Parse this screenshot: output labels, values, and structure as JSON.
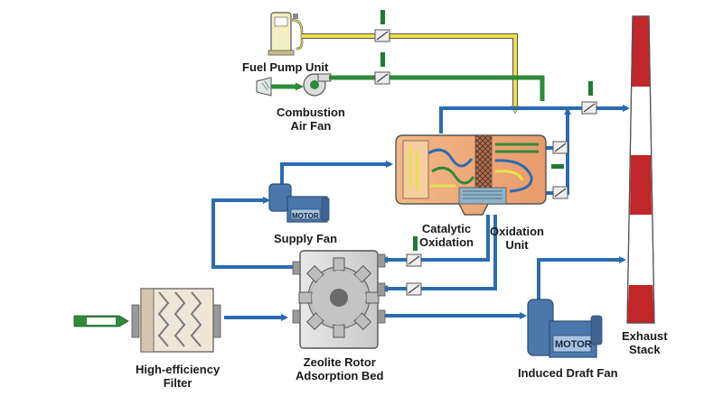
{
  "labels": {
    "fuel_pump_unit": "Fuel Pump Unit",
    "combustion_air_fan": [
      "Combustion",
      "Air Fan"
    ],
    "catalytic_oxidation": [
      "Catalytic",
      "Oxidation"
    ],
    "oxidation_unit": [
      "Oxidation",
      "Unit"
    ],
    "supply_fan": "Supply Fan",
    "exhaust_stack": [
      "Exhaust",
      "Stack"
    ],
    "high_efficiency_filter": [
      "High-efficiency",
      "Filter"
    ],
    "zeolite_rotor_adsorption_bed": [
      "Zeolite Rotor",
      "Adsorption Bed"
    ],
    "induced_draft_fan": "Induced Draft Fan",
    "supply_motor": "MOTOR",
    "draft_motor": "MOTOR"
  },
  "colors": {
    "duct_blue": "#2b6cb0",
    "fuel_yellow": "#e8e24a",
    "air_green": "#2f8a3a",
    "stack_red": "#c0262a",
    "motor_blue": "#4a78ad",
    "valve_green": "#1f7a3a"
  }
}
